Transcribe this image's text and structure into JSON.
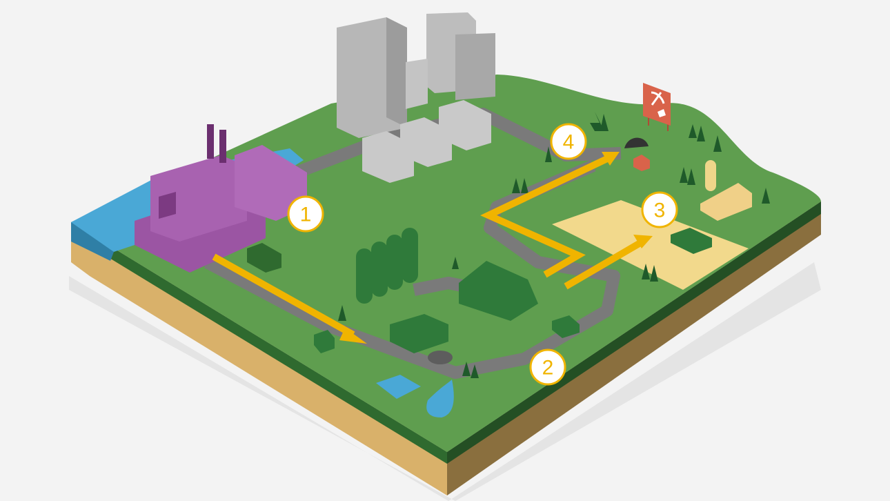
{
  "colors": {
    "ground": "#5f9e4f",
    "sand": "#d9b16a",
    "water": "#4aa8d6",
    "arrow": "#f0b400",
    "factory": "#a05aa8",
    "industrial": "#2f7a3a",
    "city": "#b7b7b7",
    "field": "#f2d98c",
    "sign": "#d9634a"
  },
  "markers": [
    {
      "id": "1",
      "label": "1",
      "stage": "industrial-plant"
    },
    {
      "id": "2",
      "label": "2",
      "stage": "treatment-facility"
    },
    {
      "id": "3",
      "label": "3",
      "stage": "agricultural-field"
    },
    {
      "id": "4",
      "label": "4",
      "stage": "mine"
    }
  ],
  "sign": {
    "icon": "pickaxe-icon"
  }
}
